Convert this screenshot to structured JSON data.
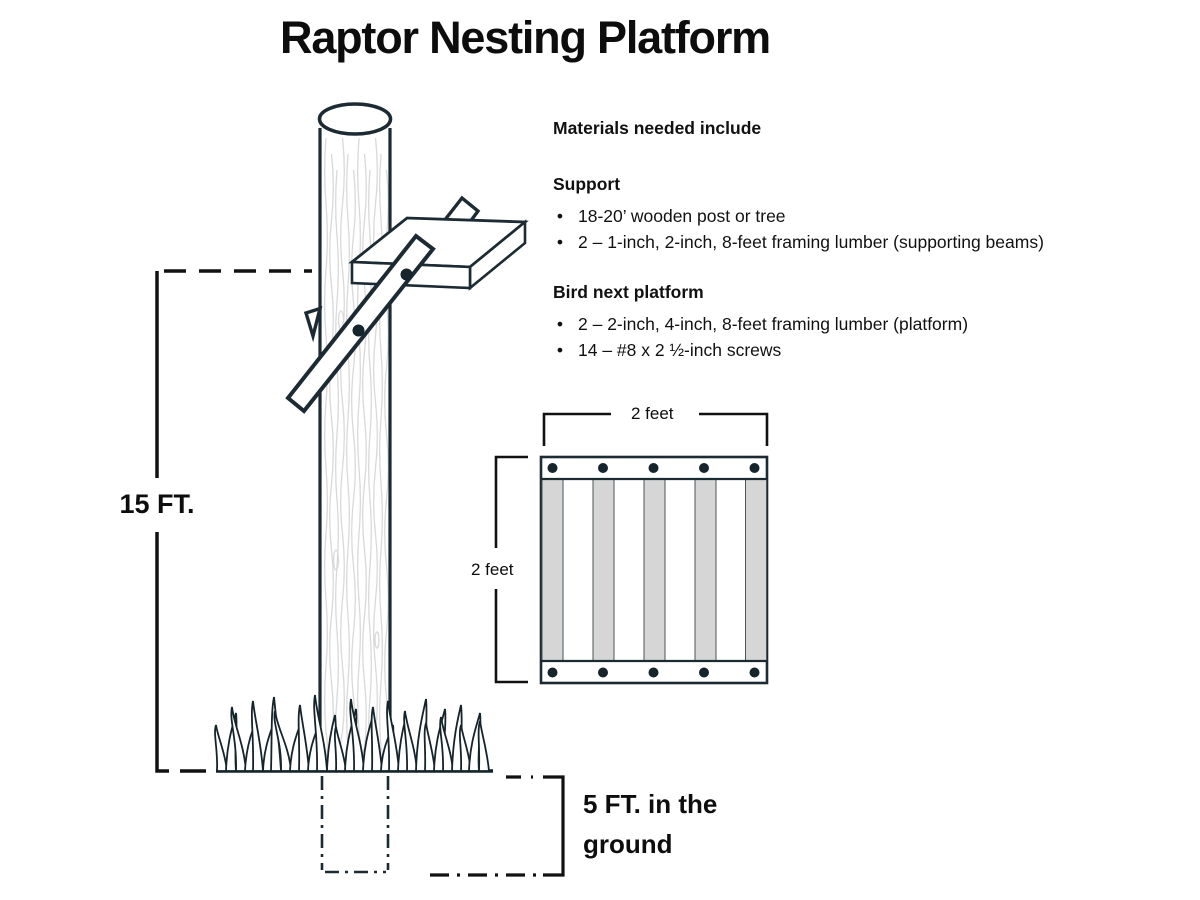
{
  "title": "Raptor Nesting Platform",
  "materials": {
    "heading": "Materials needed include",
    "bullet_glyph": "•",
    "sections": [
      {
        "heading": "Support",
        "items": [
          "18-20’ wooden post or tree",
          "2 – 1-inch, 2-inch, 8-feet framing lumber (supporting beams)"
        ]
      },
      {
        "heading": "Bird next platform",
        "items": [
          "2 – 2-inch, 4-inch, 8-feet framing lumber (platform)",
          "14 – #8 x 2 ½-inch screws"
        ]
      }
    ]
  },
  "labels": {
    "pole_height": "15 FT.",
    "underground_depth": "5 FT. in the ground",
    "platform_width": "2 feet",
    "platform_depth": "2 feet"
  },
  "colors": {
    "outline": "#1b2a33",
    "wood_grain": "#d9d9d9",
    "slat_fill": "#d6d6d6",
    "screw": "#16242c",
    "text": "#111111",
    "background": "#ffffff"
  }
}
